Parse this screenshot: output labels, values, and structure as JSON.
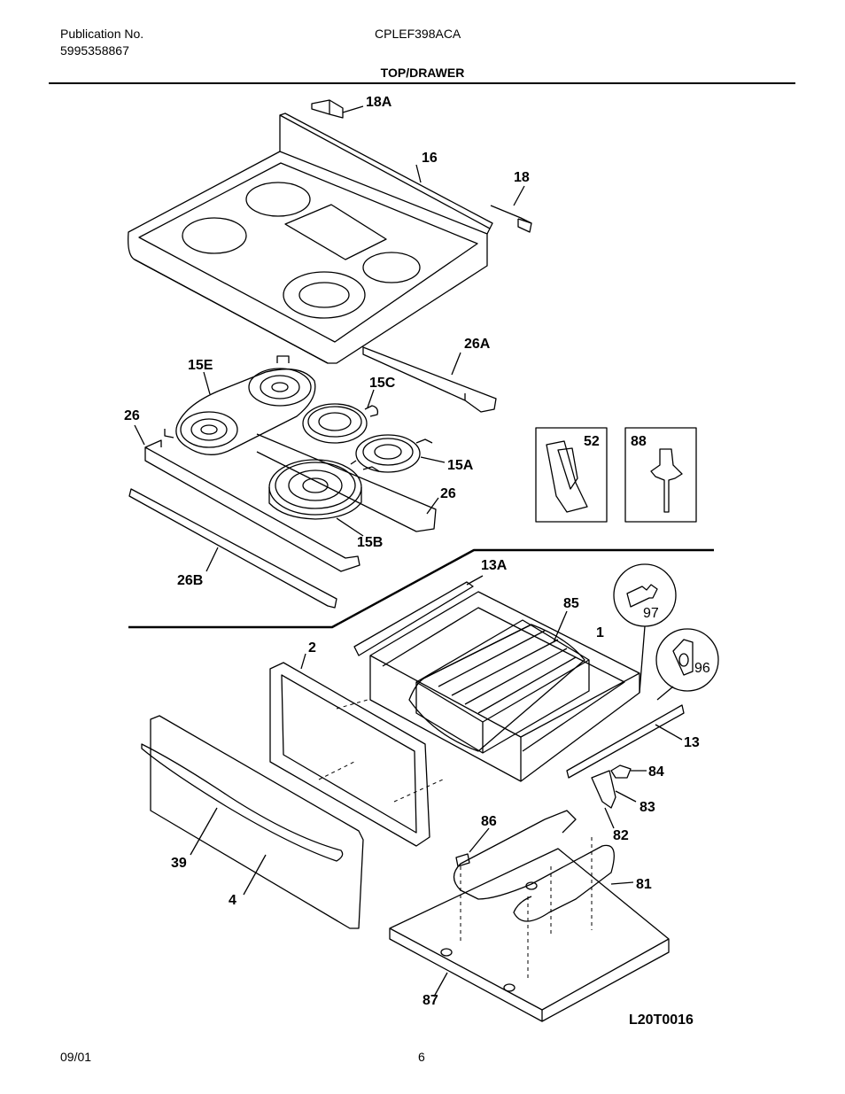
{
  "header": {
    "publication_label": "Publication No.",
    "publication_number": "5995358867",
    "model": "CPLEF398ACA",
    "section_title": "TOP/DRAWER"
  },
  "parts": {
    "p18A": "18A",
    "p16": "16",
    "p18": "18",
    "p26A": "26A",
    "p15E": "15E",
    "p15C": "15C",
    "p26_left": "26",
    "p15A": "15A",
    "p26_right": "26",
    "p15B": "15B",
    "p26B": "26B",
    "p52": "52",
    "p88": "88",
    "p13A": "13A",
    "p85": "85",
    "p97": "97",
    "p1": "1",
    "p96": "96",
    "p2": "2",
    "p13": "13",
    "p84": "84",
    "p83": "83",
    "p86": "86",
    "p82": "82",
    "p39": "39",
    "p81": "81",
    "p4": "4",
    "p87": "87"
  },
  "diagram_code": "L20T0016",
  "footer": {
    "date": "09/01",
    "page": "6"
  }
}
